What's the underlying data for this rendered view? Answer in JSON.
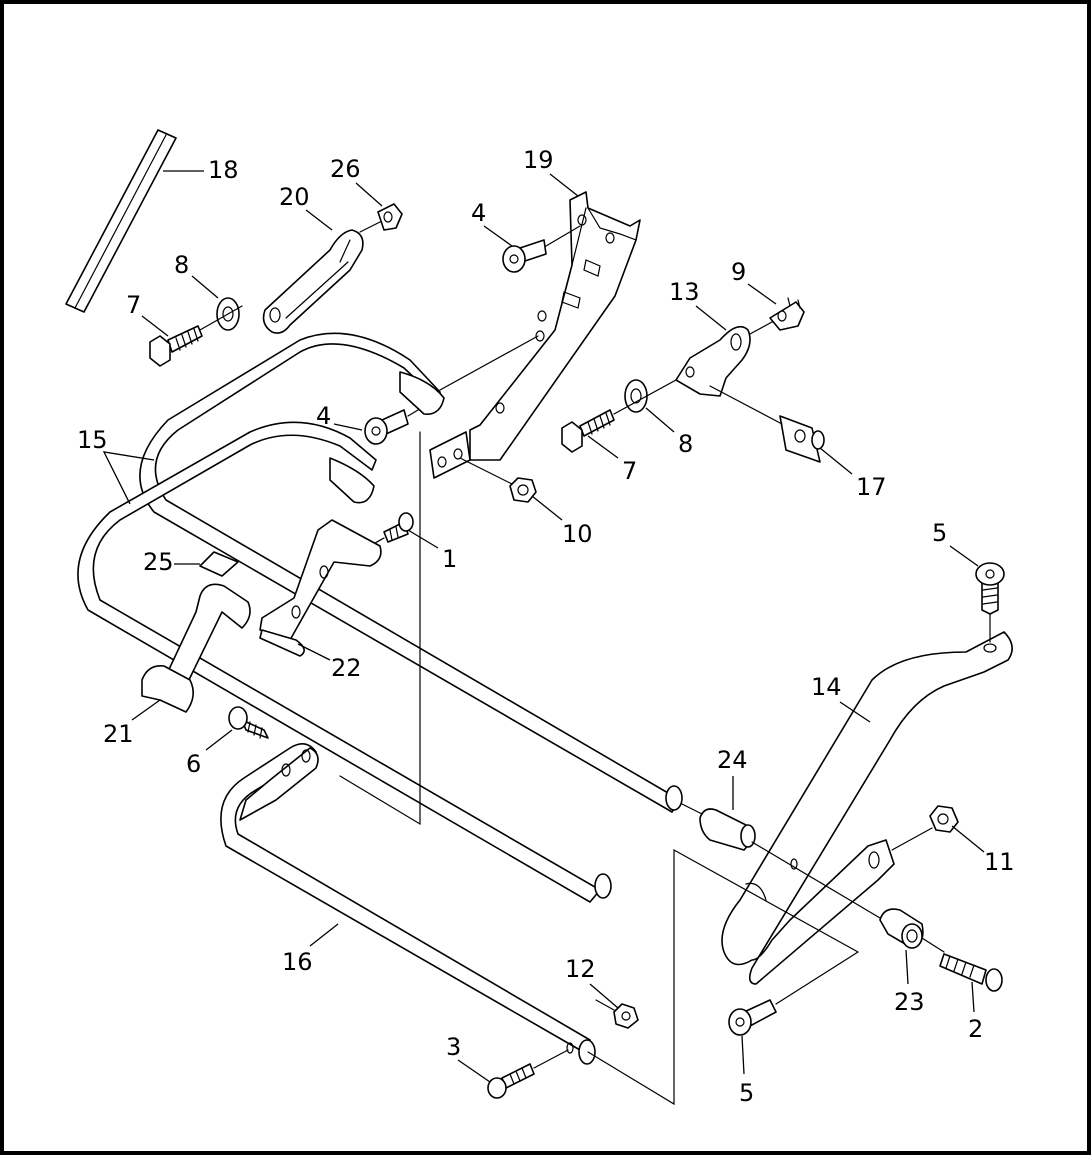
{
  "diagram": {
    "callouts": [
      {
        "id": "c18",
        "label": "18"
      },
      {
        "id": "c26",
        "label": "26"
      },
      {
        "id": "c20",
        "label": "20"
      },
      {
        "id": "c19",
        "label": "19"
      },
      {
        "id": "c4a",
        "label": "4"
      },
      {
        "id": "c8a",
        "label": "8"
      },
      {
        "id": "c7a",
        "label": "7"
      },
      {
        "id": "c9",
        "label": "9"
      },
      {
        "id": "c13",
        "label": "13"
      },
      {
        "id": "c4b",
        "label": "4"
      },
      {
        "id": "c15",
        "label": "15"
      },
      {
        "id": "c8b",
        "label": "8"
      },
      {
        "id": "c7b",
        "label": "7"
      },
      {
        "id": "c17",
        "label": "17"
      },
      {
        "id": "c10",
        "label": "10"
      },
      {
        "id": "c1",
        "label": "1"
      },
      {
        "id": "c25",
        "label": "25"
      },
      {
        "id": "c5a",
        "label": "5"
      },
      {
        "id": "c22",
        "label": "22"
      },
      {
        "id": "c14",
        "label": "14"
      },
      {
        "id": "c21",
        "label": "21"
      },
      {
        "id": "c6",
        "label": "6"
      },
      {
        "id": "c24",
        "label": "24"
      },
      {
        "id": "c11",
        "label": "11"
      },
      {
        "id": "c16",
        "label": "16"
      },
      {
        "id": "c12",
        "label": "12"
      },
      {
        "id": "c23",
        "label": "23"
      },
      {
        "id": "c2",
        "label": "2"
      },
      {
        "id": "c3",
        "label": "3"
      },
      {
        "id": "c5b",
        "label": "5"
      }
    ]
  }
}
